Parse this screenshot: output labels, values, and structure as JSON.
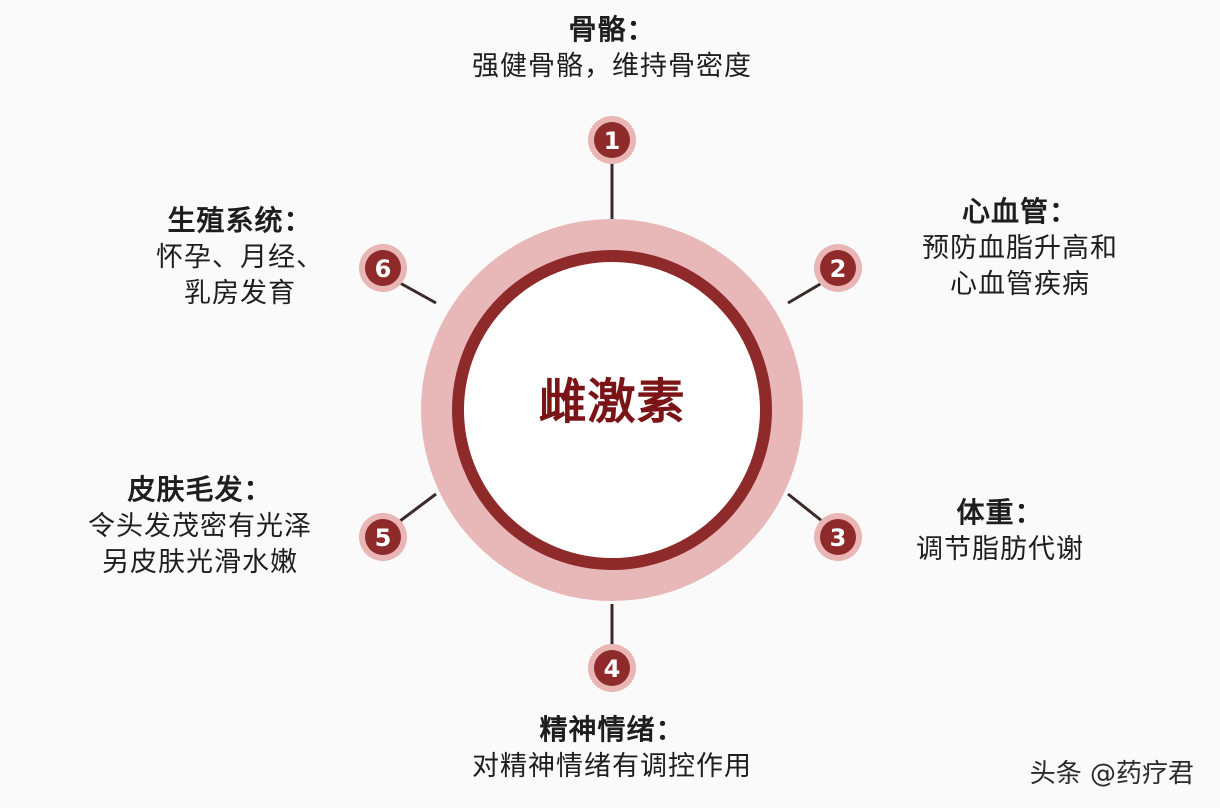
{
  "center": {
    "title": "雌激素"
  },
  "items": [
    {
      "number": "1",
      "title": "骨骼：",
      "lines": [
        "强健骨骼，维持骨密度"
      ]
    },
    {
      "number": "2",
      "title": "心血管：",
      "lines": [
        "预防血脂升高和",
        "心血管疾病"
      ]
    },
    {
      "number": "3",
      "title": "体重：",
      "lines": [
        "调节脂肪代谢"
      ]
    },
    {
      "number": "4",
      "title": "精神情绪：",
      "lines": [
        "对精神情绪有调控作用"
      ]
    },
    {
      "number": "5",
      "title": "皮肤毛发：",
      "lines": [
        "令头发茂密有光泽",
        "另皮肤光滑水嫩"
      ]
    },
    {
      "number": "6",
      "title": "生殖系统：",
      "lines": [
        "怀孕、月经、",
        "乳房发育"
      ]
    }
  ],
  "watermark": "头条 @药疗君",
  "colors": {
    "outer_ring": "#e8b8b8",
    "inner_ring": "#8e2a2a",
    "badge_fill": "#8e2a2a",
    "badge_halo": "#e9b5b5",
    "connector": "#3a2a2a",
    "center_text": "#7b1416",
    "background": "#fbfafb"
  }
}
